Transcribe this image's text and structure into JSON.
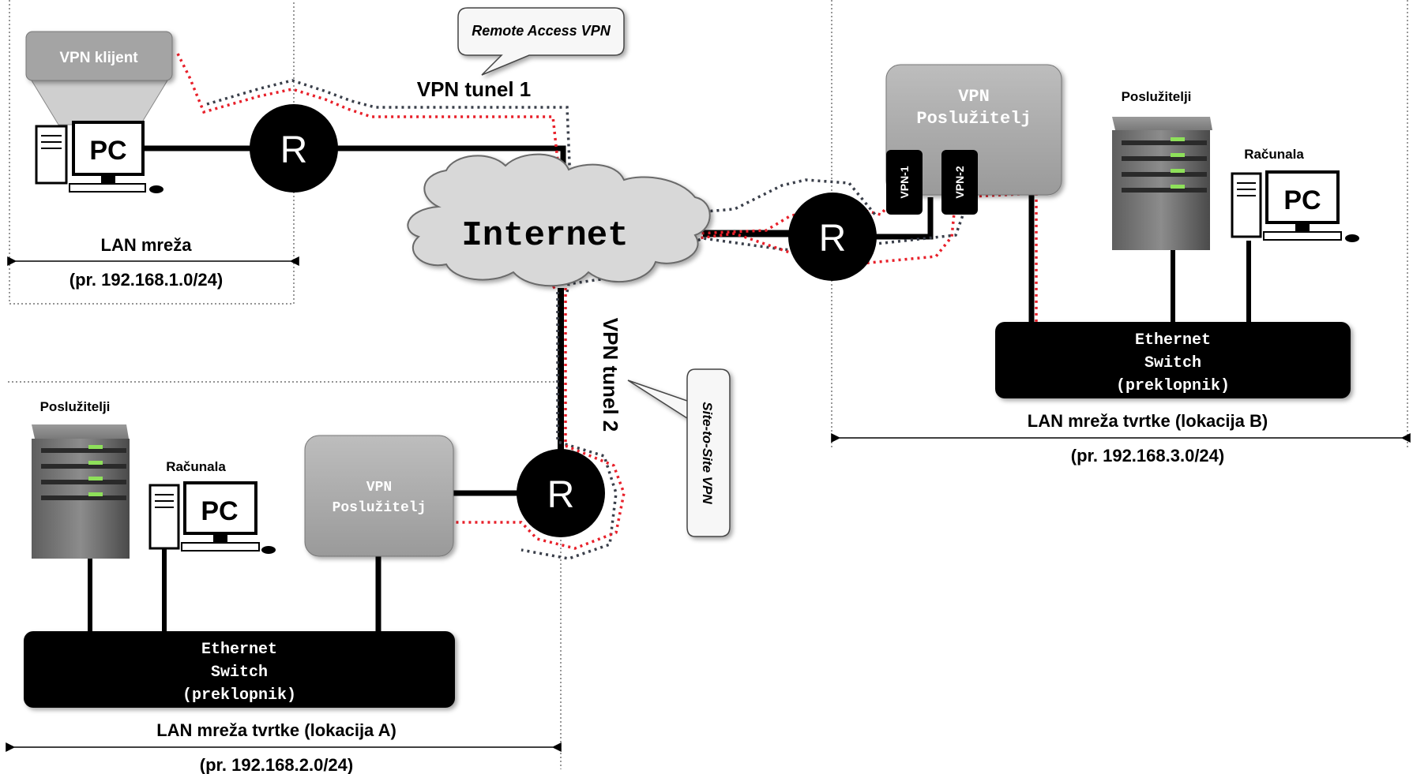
{
  "callouts": {
    "remote_access": "Remote Access VPN",
    "site_to_site": "Site-to-Site VPN"
  },
  "tunnels": {
    "tunnel1": "VPN tunel 1",
    "tunnel2": "VPN tunel 2"
  },
  "internet": "Internet",
  "router_label": "R",
  "vpn_client": {
    "label": "VPN klijent",
    "pc": "PC"
  },
  "lan1": {
    "title": "LAN mreža",
    "subnet": "(pr. 192.168.1.0/24)"
  },
  "site_b": {
    "vpn_server_line1": "VPN",
    "vpn_server_line2": "Poslužitelj",
    "port1": "VPN-1",
    "port2": "VPN-2",
    "servers": "Poslužitelji",
    "computers": "Računala",
    "pc": "PC",
    "switch_line1": "Ethernet",
    "switch_line2": "Switch",
    "switch_line3": "(preklopnik)",
    "title": "LAN mreža tvrtke (lokacija B)",
    "subnet": "(pr. 192.168.3.0/24)"
  },
  "site_a": {
    "vpn_server_line1": "VPN",
    "vpn_server_line2": "Poslužitelj",
    "servers": "Poslužitelji",
    "computers": "Računala",
    "pc": "PC",
    "switch_line1": "Ethernet",
    "switch_line2": "Switch",
    "switch_line3": "(preklopnik)",
    "title": "LAN mreža tvrtke (lokacija A)",
    "subnet": "(pr. 192.168.2.0/24)"
  },
  "colors": {
    "tunnel_red": "#e8202a",
    "tunnel_dark": "#3a3f4a",
    "box_gray": "#a4a4a4",
    "cloud_gray": "#d8d8d8",
    "black": "#000000",
    "led_green": "#8ee05a"
  }
}
